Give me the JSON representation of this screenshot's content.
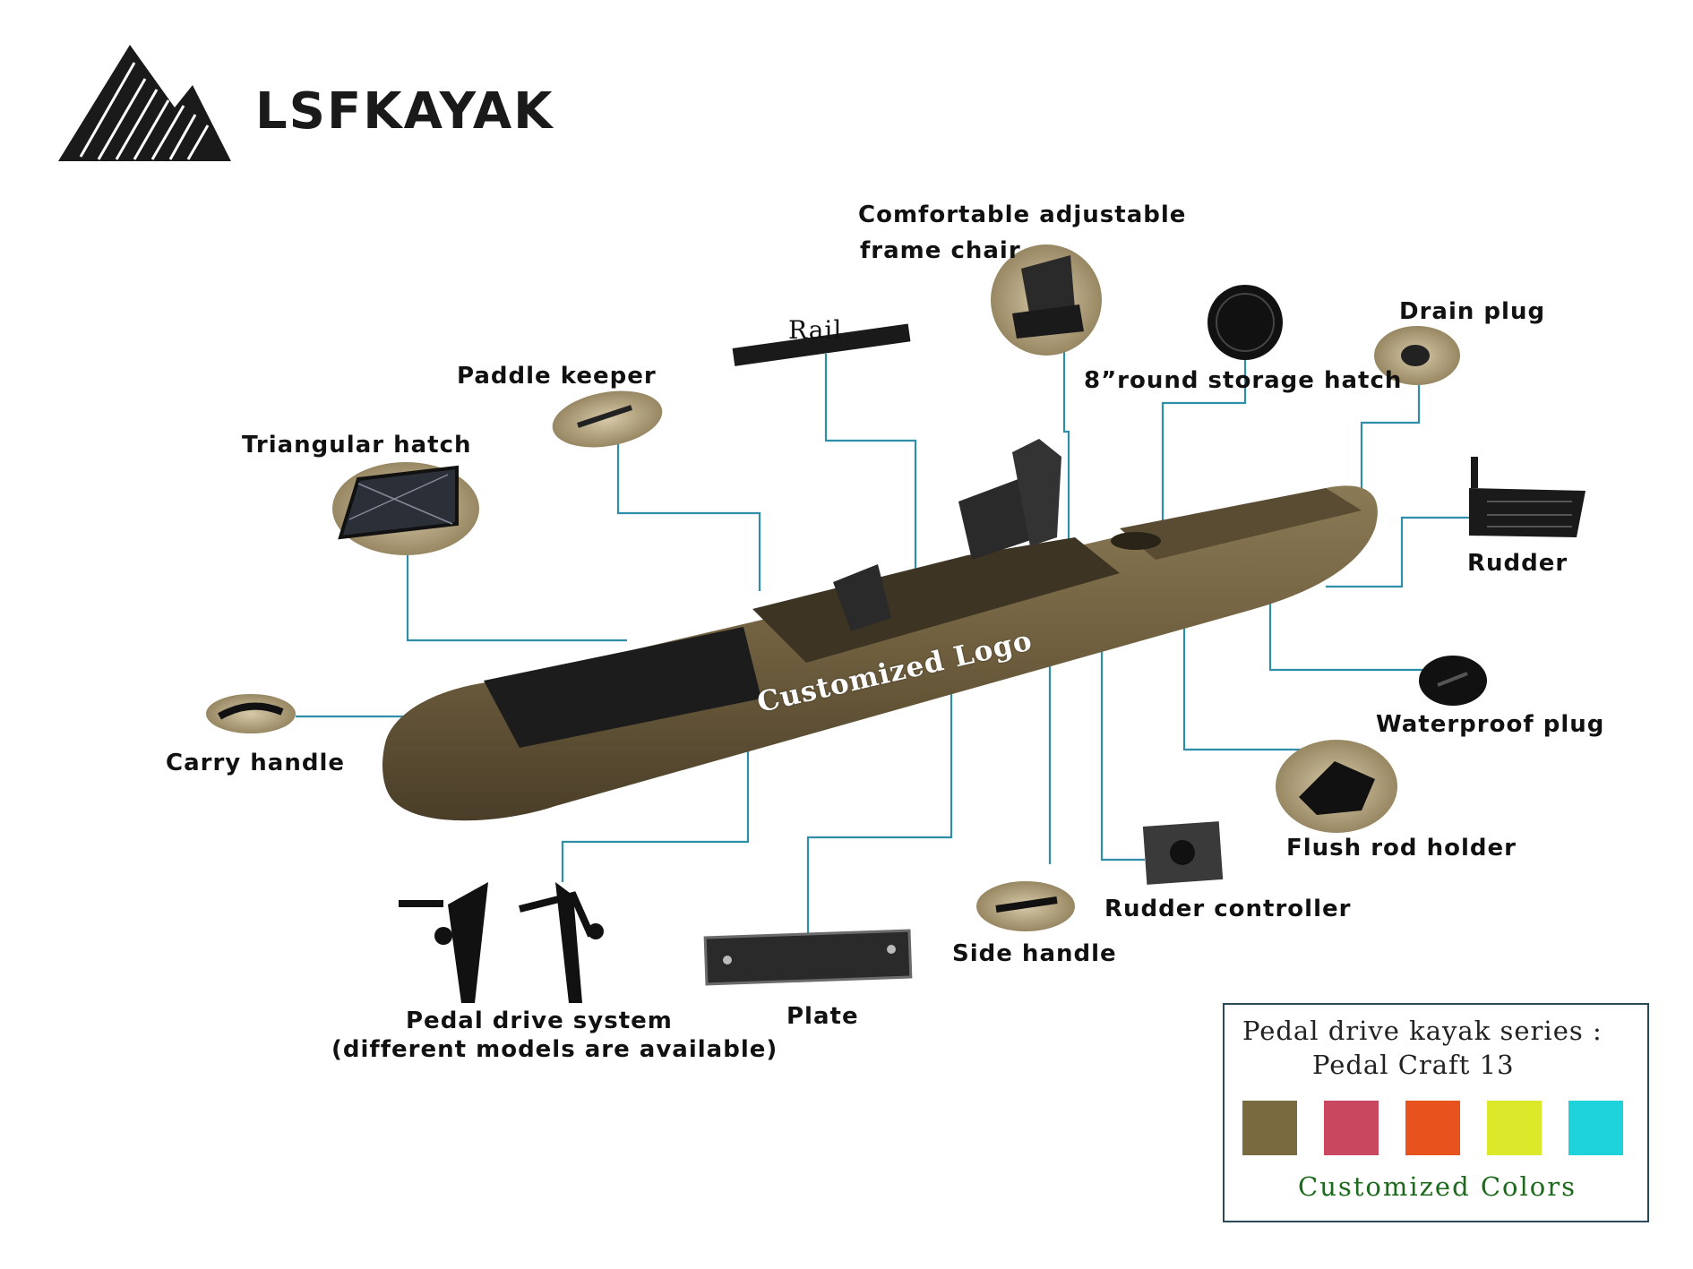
{
  "brand": {
    "name": "LSFKAYAK"
  },
  "labels": {
    "chair": "Comfortable adjustable",
    "chair_line2": "frame chair",
    "rail": "Rail",
    "round_hatch": "8”round storage hatch",
    "drain_plug": "Drain plug",
    "paddle_keeper": "Paddle keeper",
    "triangular_hatch": "Triangular hatch",
    "rudder": "Rudder",
    "waterproof_plug": "Waterproof plug",
    "carry_handle": "Carry handle",
    "flush_rod_holder": "Flush rod holder",
    "rudder_controller": "Rudder controller",
    "side_handle": "Side handle",
    "pedal_drive": "Pedal drive system",
    "pedal_drive_line2": "(different models are available)",
    "plate": "Plate"
  },
  "hull_text": "Customized  Logo",
  "legend": {
    "title": "Pedal drive kayak series :",
    "subtitle": "Pedal Craft 13",
    "footer": "Customized Colors",
    "swatches": [
      {
        "name": "camo-brown",
        "color": "#7a6a40"
      },
      {
        "name": "red-white",
        "color": "#c9485f"
      },
      {
        "name": "orange",
        "color": "#e8521c"
      },
      {
        "name": "lime",
        "color": "#dce82a"
      },
      {
        "name": "cyan",
        "color": "#1fd3dc"
      }
    ]
  },
  "colors": {
    "leader_line": "#2f8fa8",
    "hull": "#6e5e3e",
    "text": "#111111"
  }
}
